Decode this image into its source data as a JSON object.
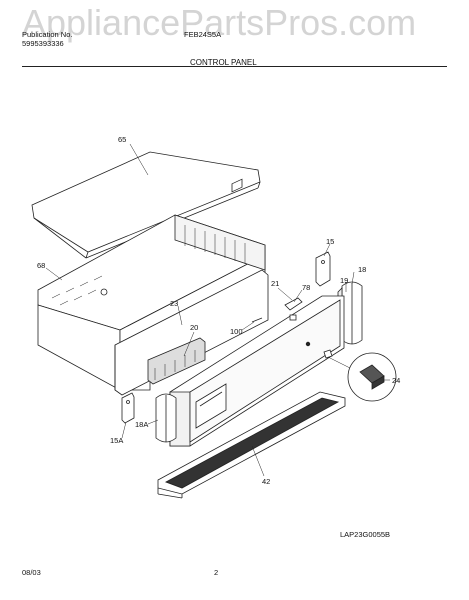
{
  "watermark": "AppliancePartsPros.com",
  "header": {
    "publication_label": "Publication No.",
    "publication_value": "5995393336",
    "model": "FEB24S5A",
    "section_title": "CONTROL PANEL"
  },
  "footer": {
    "date": "08/03",
    "page": "2",
    "diagram_code": "LAP23G0055B"
  },
  "callouts": {
    "c65": "65",
    "c68": "68",
    "c15": "15",
    "c18": "18",
    "c19": "19",
    "c21": "21",
    "c78": "78",
    "c23": "23",
    "c20": "20",
    "c100": "100",
    "c24": "24",
    "c18a": "18A",
    "c15a": "15A",
    "c42": "42"
  }
}
